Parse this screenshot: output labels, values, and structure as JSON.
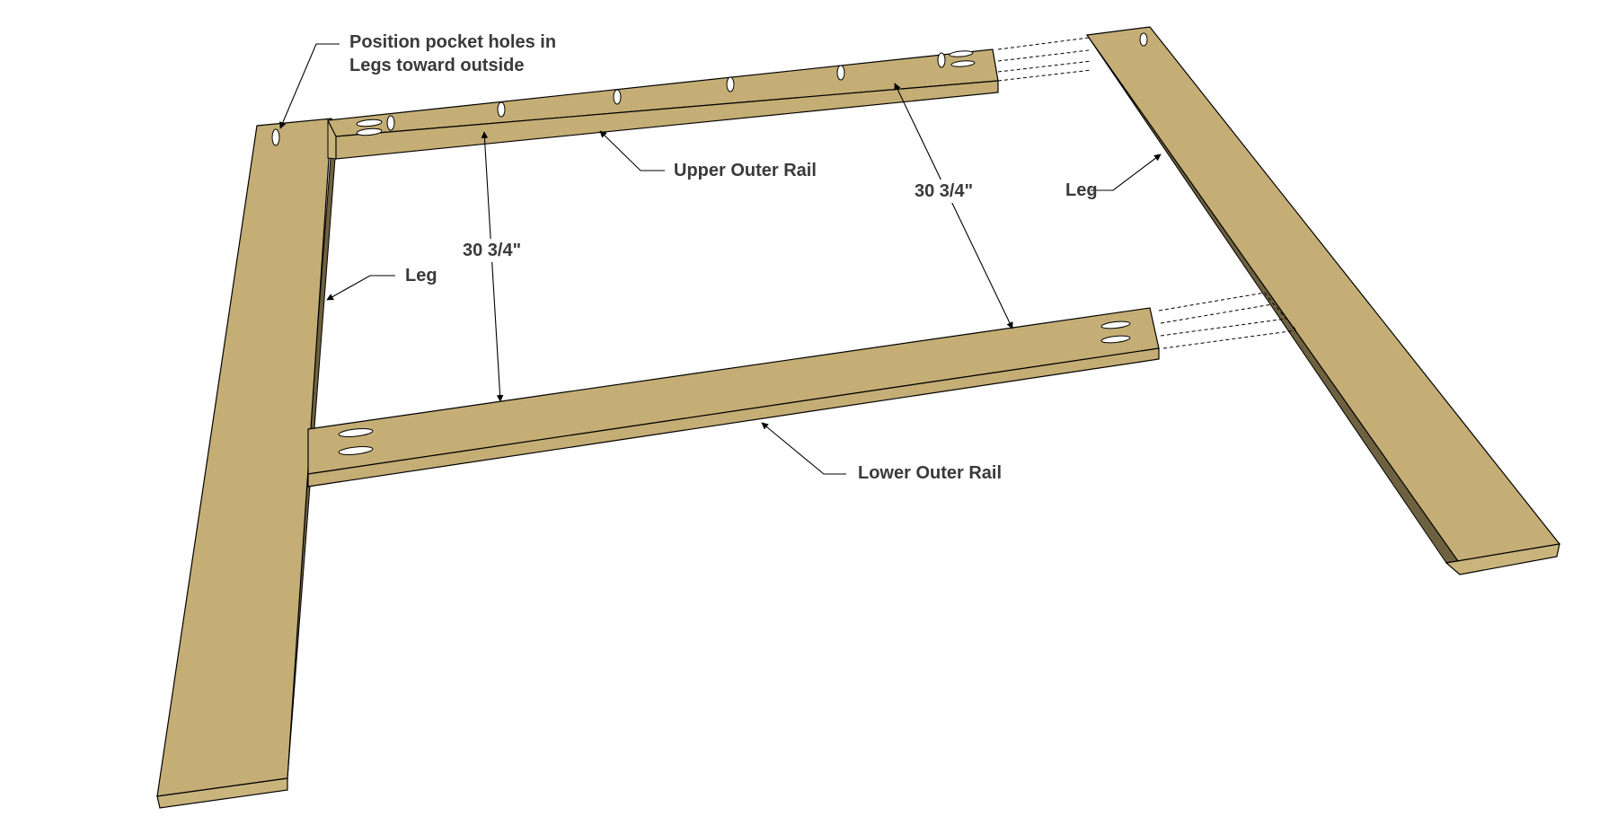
{
  "labels": {
    "pocket_note_line1": "Position pocket holes in",
    "pocket_note_line2": "Legs toward outside",
    "upper_rail": "Upper Outer Rail",
    "lower_rail": "Lower Outer Rail",
    "leg_left": "Leg",
    "leg_right": "Leg",
    "dim_left": "30 3/4\"",
    "dim_right": "30 3/4\""
  },
  "colors": {
    "wood_face": "#c4ae75",
    "wood_side": "#6e6140",
    "wood_end": "#c9b47c",
    "outline": "#000000",
    "label_text": "#3a3a3a",
    "pocket_hole": "#ffffff"
  }
}
